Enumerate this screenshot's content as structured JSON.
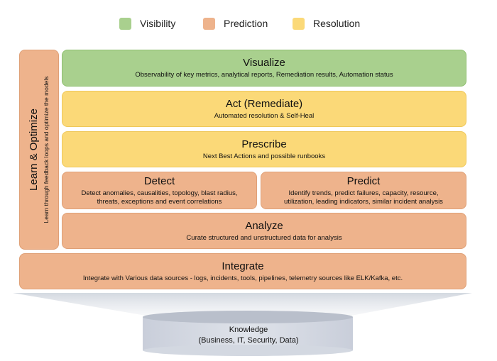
{
  "legend": [
    {
      "label": "Visibility",
      "color": "#a9d08e"
    },
    {
      "label": "Prediction",
      "color": "#eeb38c"
    },
    {
      "label": "Resolution",
      "color": "#fbd978"
    }
  ],
  "side": {
    "title": "Learn & Optimize",
    "subtitle": "Learn through feedback loops and optimize the models"
  },
  "layers": {
    "visualize": {
      "title": "Visualize",
      "subtitle": "Observability of key metrics, analytical reports, Remediation results, Automation status"
    },
    "act": {
      "title": "Act (Remediate)",
      "subtitle": "Automated resolution & Self-Heal"
    },
    "prescribe": {
      "title": "Prescribe",
      "subtitle": "Next Best Actions and possible runbooks"
    },
    "detect": {
      "title": "Detect",
      "line1": "Detect anomalies, causalities, topology, blast radius,",
      "line2": "threats, exceptions and event correlations"
    },
    "predict": {
      "title": "Predict",
      "line1": "Identify trends, predict failures, capacity, resource,",
      "line2": "utilization, leading indicators, similar incident analysis"
    },
    "analyze": {
      "title": "Analyze",
      "subtitle": "Curate structured and unstructured data for analysis"
    },
    "integrate": {
      "title": "Integrate",
      "subtitle": "Integrate with Various data sources - logs, incidents, tools, pipelines, telemetry sources like ELK/Kafka, etc."
    }
  },
  "knowledge": {
    "line1": "Knowledge",
    "line2": "(Business, IT, Security, Data)"
  }
}
